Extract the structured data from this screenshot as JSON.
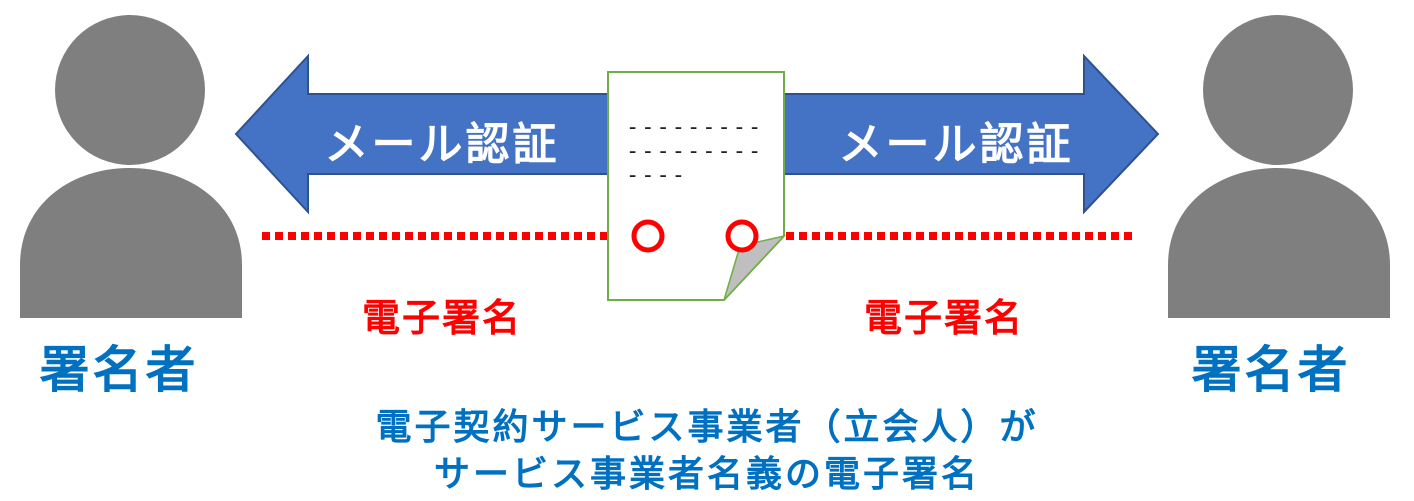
{
  "colors": {
    "person": "#7f7f7f",
    "arrow": "#4472c4",
    "arrow_border": "#2f528f",
    "signature": "#ff0000",
    "label_blue": "#0070c0",
    "document_border": "#70ad47",
    "document_fold": "#bfbfbf"
  },
  "left_person": {
    "icon": "person-silhouette-icon",
    "label": "署名者"
  },
  "right_person": {
    "icon": "person-silhouette-icon",
    "label": "署名者"
  },
  "left_arrow": {
    "label": "メール認証"
  },
  "right_arrow": {
    "label": "メール認証"
  },
  "document": {
    "lines": [
      "---------",
      "---------",
      "----"
    ]
  },
  "left_signature": {
    "label": "電子署名"
  },
  "right_signature": {
    "label": "電子署名"
  },
  "caption": {
    "line1": "電子契約サービス事業者（立会人）が",
    "line2": "サービス事業者名義の電子署名"
  }
}
